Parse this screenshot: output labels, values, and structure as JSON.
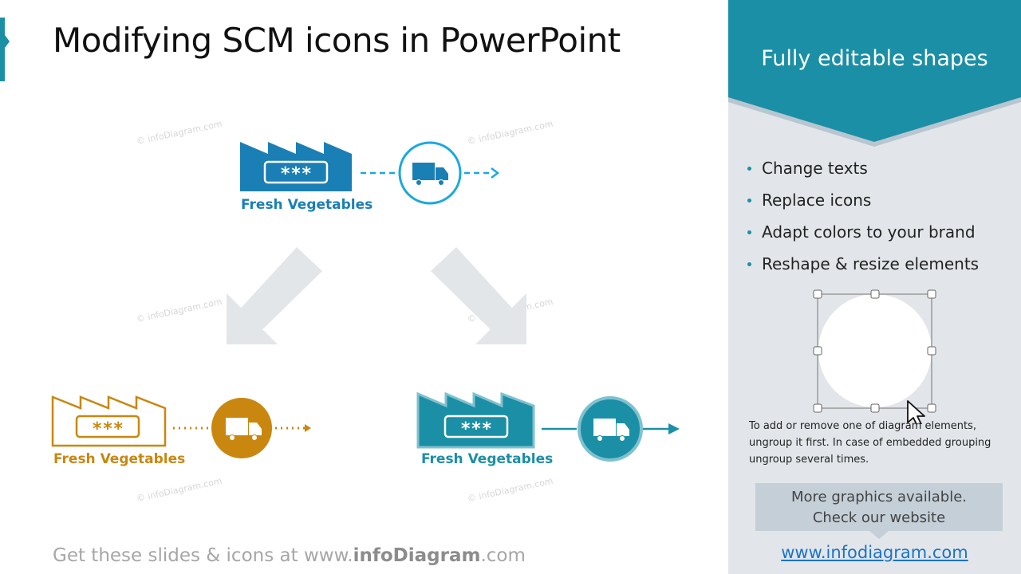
{
  "title": "Modifying SCM icons in PowerPoint",
  "watermark": "© infoDiagram.com",
  "diagrams": [
    {
      "label": "Fresh Vegetables",
      "badge": "***",
      "color": "#1a7fb5",
      "accent": "#1aa8e0",
      "style": "outline-circle-dashed"
    },
    {
      "label": "Fresh Vegetables",
      "badge": "***",
      "color": "#c9870f",
      "accent": "#c9870f",
      "style": "outline-factory-dotted"
    },
    {
      "label": "Fresh Vegetables",
      "badge": "***",
      "color": "#1b8fa6",
      "accent": "#1b8fa6",
      "style": "filled-solid"
    }
  ],
  "footer": {
    "prefix": "Get these slides & icons at www.",
    "brand": "infoDiagram",
    "suffix": ".com"
  },
  "panel": {
    "title": "Fully editable shapes",
    "header_color": "#1b8fa6",
    "bullets": [
      "Change texts",
      "Replace icons",
      "Adapt colors to your brand",
      "Reshape & resize elements"
    ],
    "note": "To add or remove one of diagram elements, ungroup it first. In case of embedded grouping ungroup several times.",
    "cta_line1": "More graphics available.",
    "cta_line2": "Check our website",
    "link": "www.infodiagram.com"
  },
  "icons": [
    "factory-icon",
    "truck-icon",
    "arrow-down-left-icon",
    "arrow-down-right-icon",
    "cursor-icon"
  ]
}
